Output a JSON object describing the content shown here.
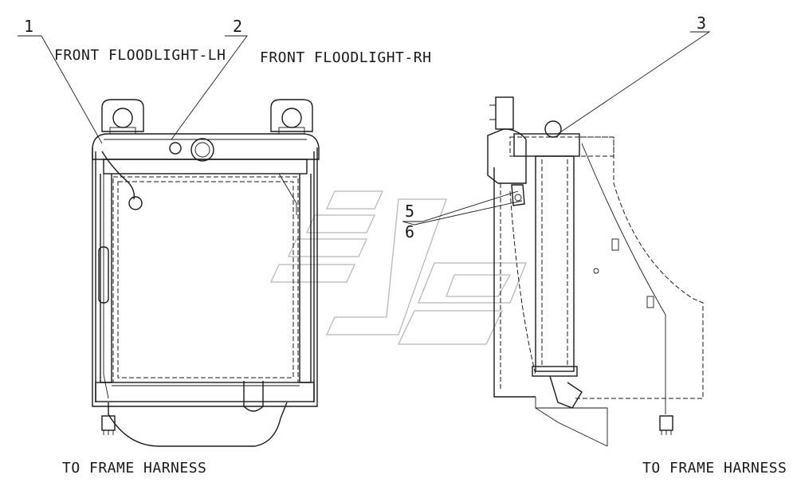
{
  "labels": {
    "front_floodlight_lh": "FRONT FLOODLIGHT-LH",
    "front_floodlight_rh": "FRONT FLOODLIGHT-RH",
    "to_frame_harness_left": "TO FRAME HARNESS",
    "to_frame_harness_right": "TO FRAME HARNESS"
  },
  "callouts": [
    "1",
    "2",
    "3",
    "5",
    "6"
  ]
}
